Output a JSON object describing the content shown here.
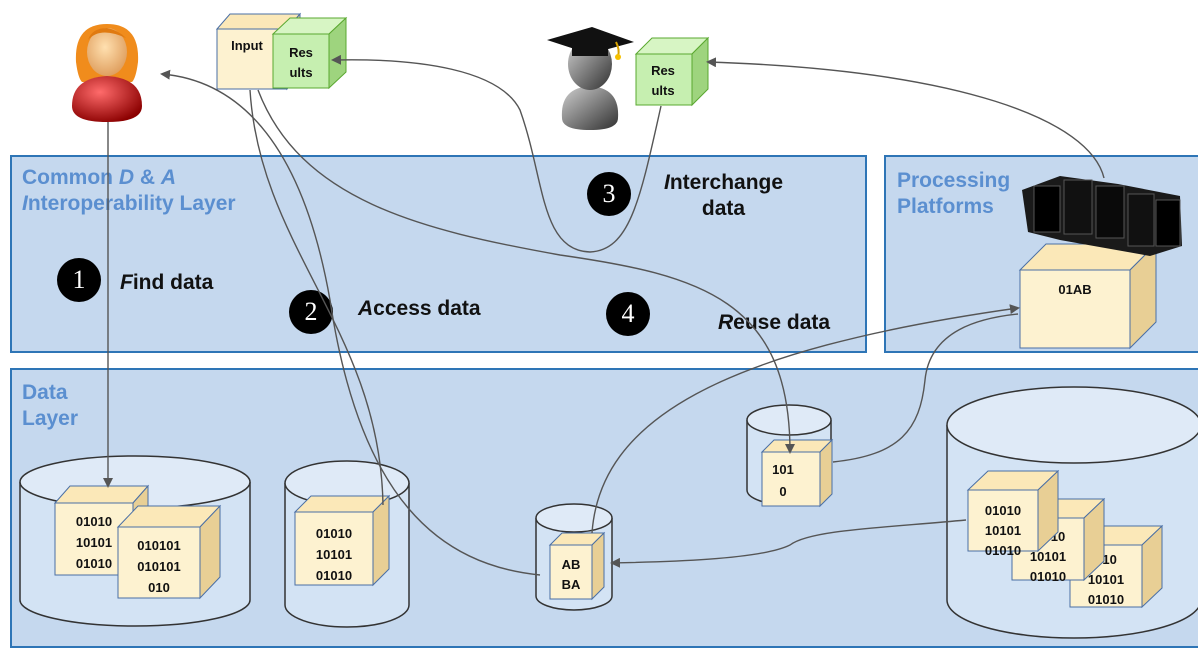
{
  "layers": {
    "interop": {
      "title_line1_a": "Common ",
      "title_line1_b": "D",
      "title_line1_c": " & ",
      "title_line1_d": "A",
      "title_line2_a": "I",
      "title_line2_b": "nteroperability Layer"
    },
    "platforms": {
      "title_line1": "Processing",
      "title_line2": "Platforms"
    },
    "data": {
      "title_line1": "Data",
      "title_line2": "Layer"
    }
  },
  "steps": [
    {
      "number": "1",
      "initial": "F",
      "rest": "ind data"
    },
    {
      "number": "2",
      "initial": "A",
      "rest": "ccess data"
    },
    {
      "number": "3",
      "initial": "I",
      "rest": "nterchange",
      "line2": "data"
    },
    {
      "number": "4",
      "initial": "R",
      "rest": "euse data"
    }
  ],
  "cubes": {
    "input": [
      "Input"
    ],
    "results_user": [
      "Res",
      "ults"
    ],
    "results_scientist": [
      "Res",
      "ults"
    ],
    "platform": [
      "01AB"
    ],
    "db1_a": [
      "01010",
      "10101",
      "01010"
    ],
    "db1_b": [
      "010101",
      "010101",
      "010"
    ],
    "db2": [
      "01010",
      "10101",
      "01010"
    ],
    "db3": [
      "AB",
      "BA"
    ],
    "db4": [
      "101",
      "0"
    ],
    "db5_a": [
      "01010",
      "10101",
      "01010"
    ],
    "db5_b": [
      "10",
      "10101",
      "01010"
    ],
    "db5_c": [
      "010",
      "10101",
      "01010"
    ]
  },
  "colors": {
    "panel_fill": "#c5d8ee",
    "panel_border": "#2e75b6",
    "title_color": "#5b8fd0",
    "cube_cream": "#fdf2d0",
    "cube_green": "#c6efb0",
    "cube_outline": "#4a6fa5",
    "user_red": "#c00000"
  },
  "icons": [
    "user-icon",
    "scientist-icon",
    "servers-icon",
    "database-cylinder-icon",
    "data-cube-icon"
  ]
}
